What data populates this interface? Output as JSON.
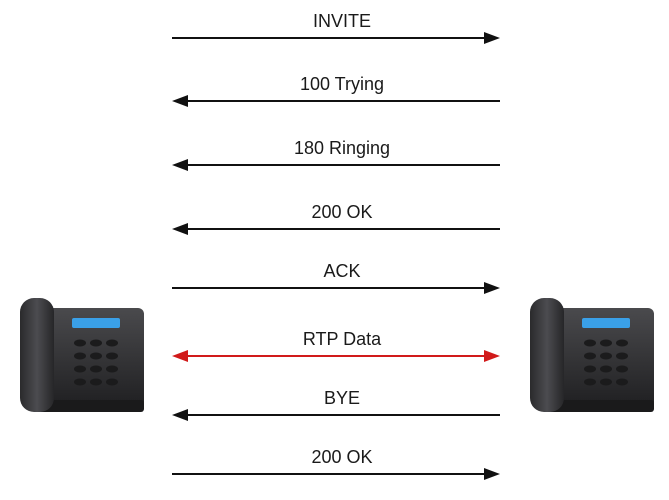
{
  "diagram": {
    "messages": [
      {
        "label": "INVITE",
        "direction": "right",
        "color": "#111111"
      },
      {
        "label": "100 Trying",
        "direction": "left",
        "color": "#111111"
      },
      {
        "label": "180 Ringing",
        "direction": "left",
        "color": "#111111"
      },
      {
        "label": "200 OK",
        "direction": "left",
        "color": "#111111"
      },
      {
        "label": "ACK",
        "direction": "right",
        "color": "#111111"
      },
      {
        "label": "RTP Data",
        "direction": "bidirectional",
        "color": "#d11a1a"
      },
      {
        "label": "BYE",
        "direction": "left",
        "color": "#111111"
      },
      {
        "label": "200 OK",
        "direction": "right",
        "color": "#111111"
      }
    ],
    "phones": [
      {
        "icon": "desk-phone-icon",
        "side": "left"
      },
      {
        "icon": "desk-phone-icon",
        "side": "right"
      }
    ],
    "colors": {
      "phone_body": "#2e2e30",
      "phone_screen": "#3aa0e8",
      "rtp": "#d11a1a"
    }
  }
}
